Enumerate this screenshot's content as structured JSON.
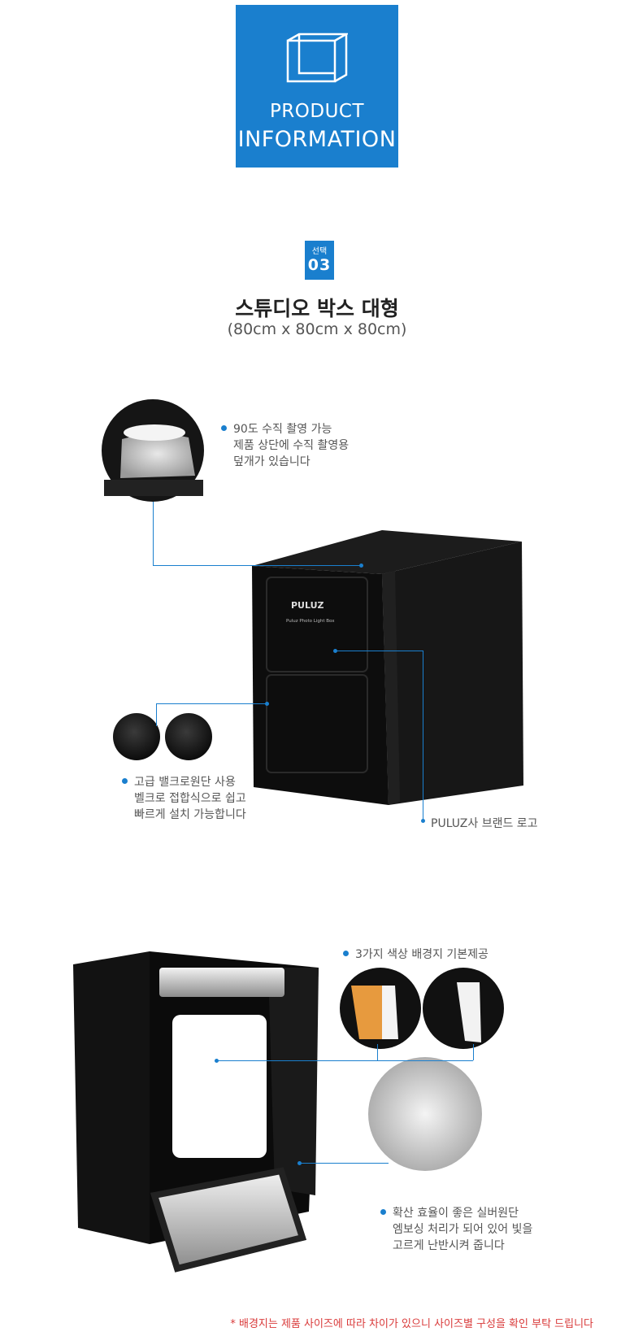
{
  "header": {
    "line1": "PRODUCT",
    "line2": "INFORMATION"
  },
  "badge": {
    "label": "선택",
    "number": "03"
  },
  "product": {
    "title": "스튜디오 박스 대형",
    "dimensions": "(80cm x 80cm x 80cm)"
  },
  "features": {
    "top": [
      "90도 수직 촬영 가능",
      "제품 상단에 수직 촬영용",
      "덮개가 있습니다"
    ],
    "velcro": [
      "고급 밸크로원단 사용",
      "벨크로 접합식으로 쉽고",
      "빠르게 설치 가능합니다"
    ],
    "logo": [
      "PULUZ사 브랜드 로고"
    ],
    "backdrops": [
      "3가지 색상 배경지 기본제공"
    ],
    "silver": [
      "확산 효율이 좋은 실버원단",
      "엠보싱 처리가 되어 있어 빛을",
      "고르게 난반시켜 줍니다"
    ]
  },
  "box_print": {
    "brand": "PULUZ",
    "model": "Puluz Photo Light Box"
  },
  "footnote": "* 배경지는 제품 사이즈에 따라 차이가 있으니 사이즈별 구성을 확인 부탁 드립니다",
  "colors": {
    "accent": "#1a7fce",
    "footnote": "#d93a3a",
    "backdrop_orange": "#e79a3e"
  }
}
